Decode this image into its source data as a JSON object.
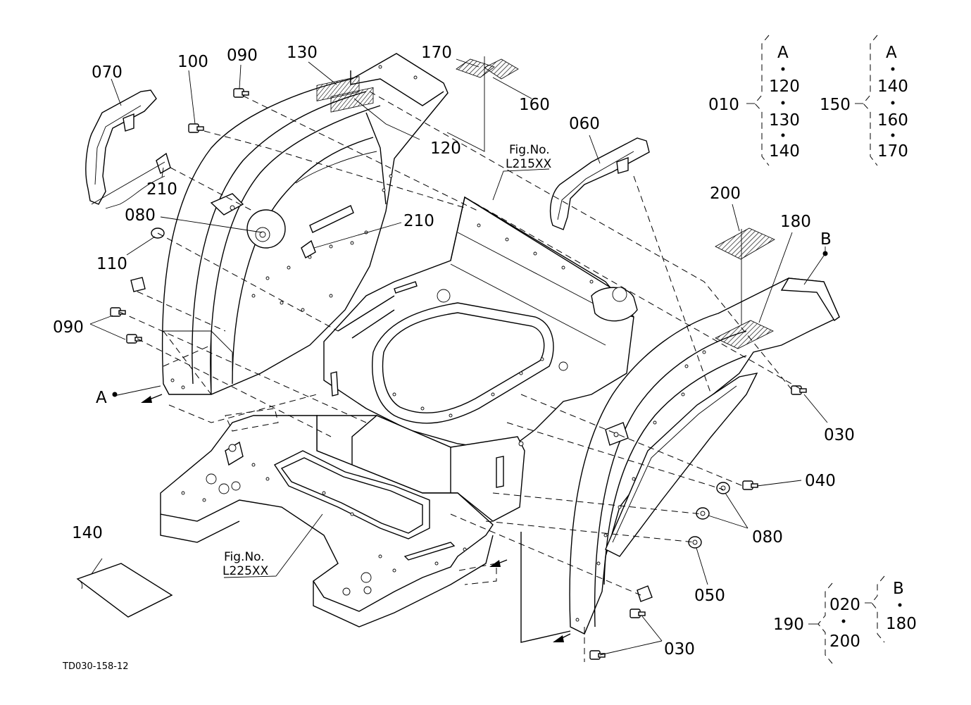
{
  "diagram": {
    "code": "TD030-158-12",
    "callouts": {
      "c070": "070",
      "c100": "100",
      "c090_top": "090",
      "c130": "130",
      "c170": "170",
      "c160": "160",
      "c120": "120",
      "c210_left": "210",
      "c080_left": "080",
      "c210_mid": "210",
      "c110": "110",
      "c090_left": "090",
      "cA_point": "A",
      "c060": "060",
      "c200": "200",
      "c180": "180",
      "cB_point": "B",
      "c030_right": "030",
      "c040": "040",
      "c080_right": "080",
      "c050": "050",
      "c030_bottom": "030",
      "c140_sheet": "140"
    },
    "fig_refs": {
      "top_label": "Fig.No.",
      "top_value": "L215XX",
      "bottom_label": "Fig.No.",
      "bottom_value": "L225XX"
    },
    "kits": {
      "k010": {
        "code": "010",
        "items": [
          "A",
          "120",
          "130",
          "140"
        ]
      },
      "k150": {
        "code": "150",
        "items": [
          "A",
          "140",
          "160",
          "170"
        ]
      },
      "k190": {
        "code": "190",
        "left": [
          "020",
          "200"
        ],
        "right_head": "B",
        "right_items": [
          "180"
        ]
      }
    }
  }
}
